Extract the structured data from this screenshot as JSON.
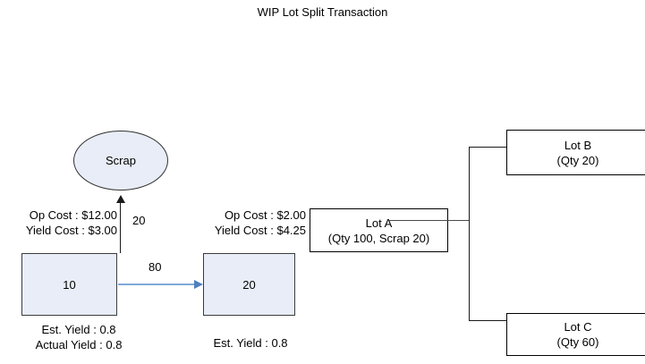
{
  "diagram": {
    "title": "WIP Lot Split Transaction",
    "scrap_node": {
      "label": "Scrap"
    },
    "operations": [
      {
        "id": "op-10",
        "value": "10",
        "cost_label": {
          "op_cost": "Op Cost : $12.00",
          "yield_cost": "Yield Cost : $3.00"
        },
        "yield_label": {
          "est_yield": "Est. Yield : 0.8",
          "actual_yield": "Actual Yield : 0.8"
        }
      },
      {
        "id": "op-20",
        "value": "20",
        "cost_label": {
          "op_cost": "Op Cost : $2.00",
          "yield_cost": "Yield Cost : $4.25"
        },
        "yield_label": {
          "est_yield": "Est. Yield : 0.8"
        }
      }
    ],
    "flow_quantities": {
      "to_scrap": "20",
      "to_next_op": "80"
    },
    "lots": {
      "parent": {
        "name": "Lot A",
        "detail": "(Qty 100, Scrap 20)"
      },
      "children": [
        {
          "name": "Lot B",
          "detail": "(Qty 20)"
        },
        {
          "name": "Lot C",
          "detail": "(Qty 60)"
        }
      ]
    },
    "colors": {
      "box_fill": "#e8edf7",
      "box_stroke": "#3c3c3c",
      "flow_arrow": "#4f81bd",
      "connector": "#1a1a1a"
    }
  }
}
